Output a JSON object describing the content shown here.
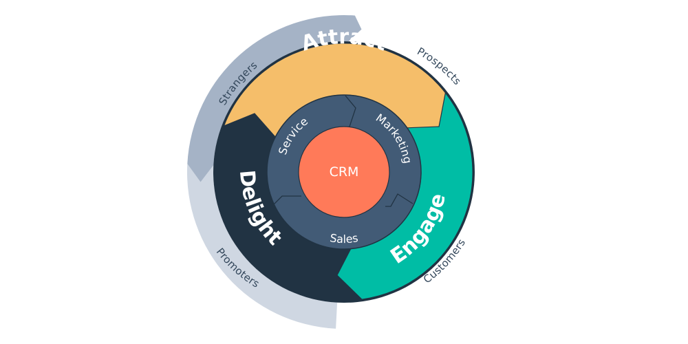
{
  "diagram": {
    "title": "Flywheel",
    "center": {
      "label": "CRM",
      "color": "#FF7A59"
    },
    "teams": [
      {
        "id": "service",
        "label": "Service"
      },
      {
        "id": "marketing",
        "label": "Marketing"
      },
      {
        "id": "sales",
        "label": "Sales"
      }
    ],
    "stages": [
      {
        "id": "attract",
        "label": "Attract",
        "color": "#F5BE6A"
      },
      {
        "id": "engage",
        "label": "Engage",
        "color": "#00BDA5"
      },
      {
        "id": "delight",
        "label": "Delight",
        "color": "#0FA1B8"
      }
    ],
    "audiences": [
      {
        "id": "strangers",
        "label": "Strangers"
      },
      {
        "id": "prospects",
        "label": "Prospects"
      },
      {
        "id": "customers",
        "label": "Customers"
      },
      {
        "id": "promoters",
        "label": "Promoters"
      }
    ],
    "colors": {
      "team_ring": "#425B76",
      "outline": "#213343",
      "outer_ring_dark": "#A5B3C6",
      "outer_ring_light": "#E6EAF0",
      "outer_ring_mid": "#CFD7E2",
      "ring_text": "#33475B"
    }
  }
}
